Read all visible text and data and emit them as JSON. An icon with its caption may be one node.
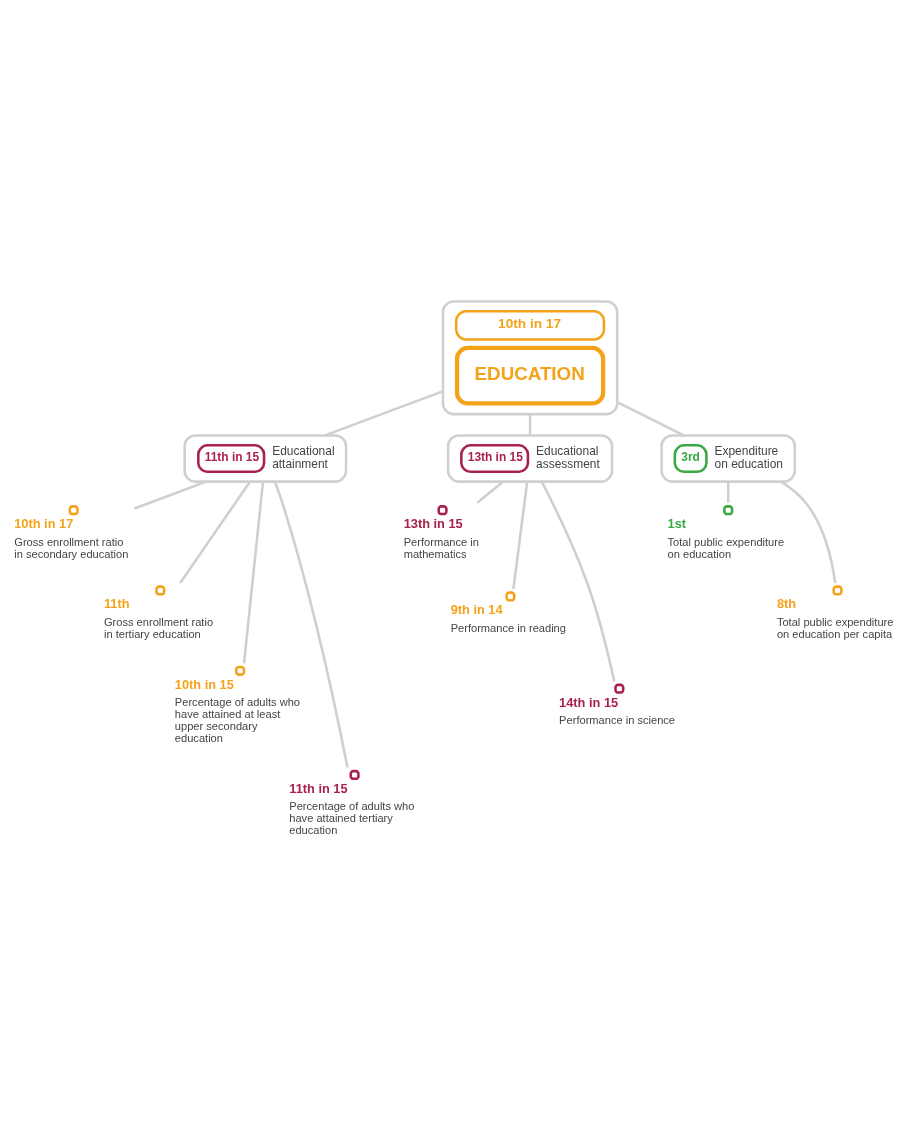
{
  "diagram": {
    "nodes": [
      {
        "text": [
          "10th in 17",
          "EDUCATION"
        ]
      },
      {
        "text": [
          "11th in 15",
          "Educational attainment"
        ]
      },
      {
        "text": [
          "13th in 15",
          "Educational assessment"
        ]
      },
      {
        "text": [
          "3rd",
          "Expenditure on education"
        ]
      },
      {
        "text": [
          "10th in 17",
          "Gross enrollment ratio in secondary education"
        ]
      },
      {
        "text": [
          "11th",
          "Gross enrollment ratio in tertiary education"
        ]
      },
      {
        "text": [
          "10th in 15",
          "Percentage of adults who have attained at least upper secondary education"
        ]
      },
      {
        "text": [
          "11th in 15",
          "Percentage of adults who have attained tertiary education"
        ]
      },
      {
        "text": [
          "13th in 15",
          "Performance in mathematics"
        ]
      },
      {
        "text": [
          "9th in 14",
          "Performance in reading"
        ]
      },
      {
        "text": [
          "14th in 15",
          "Performance in science"
        ]
      },
      {
        "text": [
          "1st",
          "Total public expenditure on education"
        ]
      },
      {
        "text": [
          "8th",
          "Total public expenditure on education per capita"
        ]
      }
    ],
    "edges": [
      {
        "from": 0,
        "to": 1,
        "arrow": "none"
      },
      {
        "from": 0,
        "to": 2,
        "arrow": "none"
      },
      {
        "from": 0,
        "to": 3,
        "arrow": "none"
      },
      {
        "from": 1,
        "to": 4,
        "arrow": "none"
      },
      {
        "from": 1,
        "to": 5,
        "arrow": "none"
      },
      {
        "from": 1,
        "to": 6,
        "arrow": "none"
      },
      {
        "from": 1,
        "to": 7,
        "arrow": "none"
      },
      {
        "from": 2,
        "to": 8,
        "arrow": "none"
      },
      {
        "from": 2,
        "to": 9,
        "arrow": "none"
      },
      {
        "from": 2,
        "to": 10,
        "arrow": "none"
      },
      {
        "from": 3,
        "to": 11,
        "arrow": "none"
      },
      {
        "from": 3,
        "to": 12,
        "arrow": "none"
      }
    ]
  }
}
